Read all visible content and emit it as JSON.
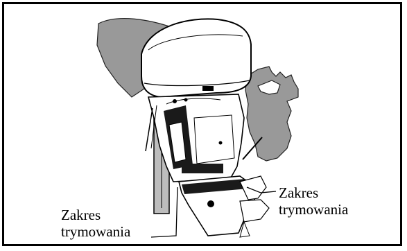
{
  "diagram": {
    "labels": {
      "left": {
        "line1": "Zakres",
        "line2": "trymowania"
      },
      "right": {
        "line1": "Zakres",
        "line2": "trymowania"
      }
    },
    "colors": {
      "border": "#000000",
      "silhouette": "#999999",
      "engine_fill": "#ffffff",
      "line": "#000000"
    }
  }
}
